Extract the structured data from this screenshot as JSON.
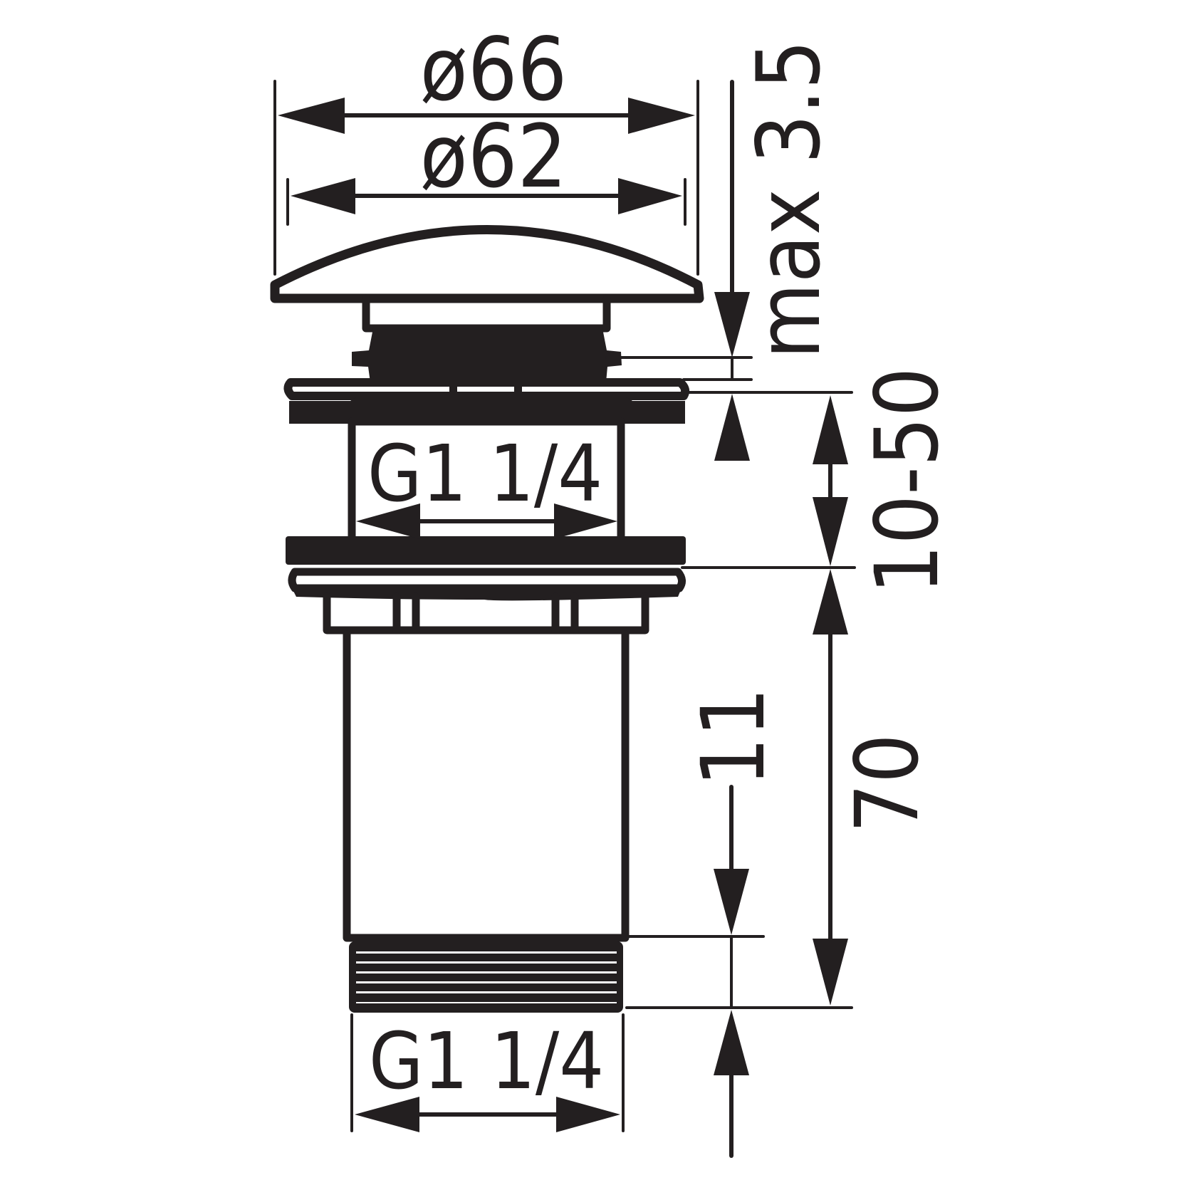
{
  "drawing": {
    "title": "Pop-up waste valve dimension drawing",
    "ink_color": "#231f20",
    "background": "#ffffff",
    "dimensions": {
      "cap_outer_diameter": "ø66",
      "cap_inner_diameter": "ø62",
      "max_height": "max 3.5",
      "upper_thread": "G1 1/4",
      "clamp_range": "10-50",
      "tube_length": "70",
      "thread_length": "11",
      "lower_thread": "G1 1/4"
    }
  }
}
